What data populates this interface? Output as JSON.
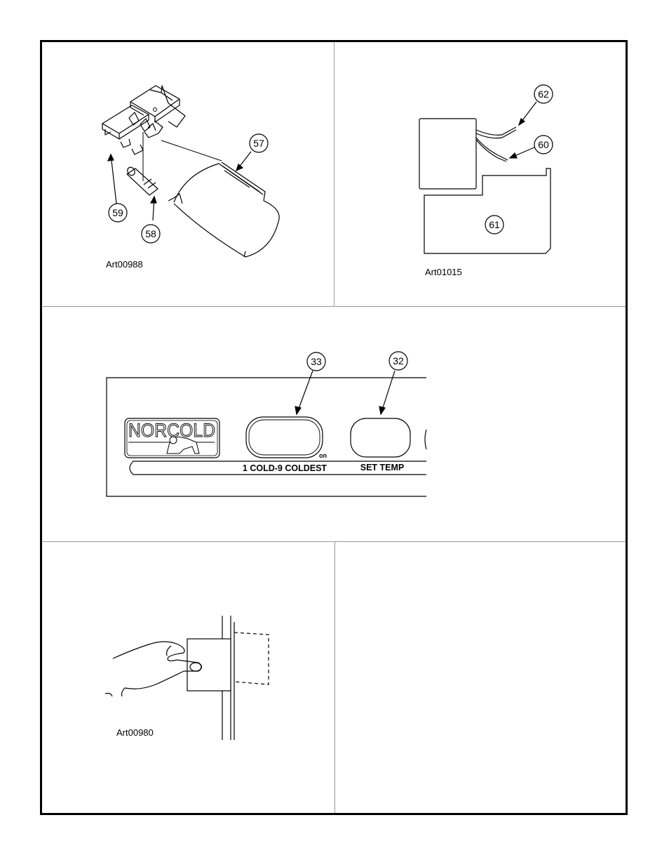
{
  "panels": {
    "top_left": {
      "art_code": "Art00988",
      "callouts": [
        "57",
        "58",
        "59"
      ]
    },
    "top_right": {
      "art_code": "Art01015",
      "callouts": [
        "62",
        "60",
        "61"
      ]
    },
    "control_panel": {
      "brand": "NORCOLD",
      "callouts": [
        "33",
        "32"
      ],
      "button_labels": {
        "coldness": "1 COLD-9 COLDEST",
        "on_indicator": "on",
        "set_temp": "SET TEMP"
      }
    },
    "bottom_left": {
      "art_code": "Art00980"
    }
  },
  "colors": {
    "ink": "#000000",
    "divider": "#999999",
    "paper": "#ffffff"
  }
}
